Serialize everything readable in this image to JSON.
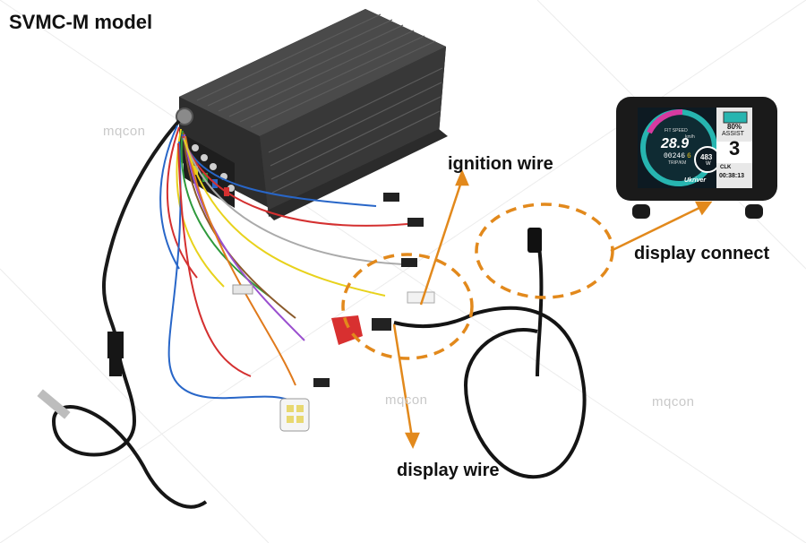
{
  "title": "SVMC-M model",
  "callouts": {
    "ignition": "ignition wire",
    "display_connect": "display connect",
    "display_wire": "display wire"
  },
  "watermark": "mqcon",
  "display_screen": {
    "battery": "80%",
    "assist_label": "ASSIST",
    "assist_value": "3",
    "speed_label": "FIT SPEED",
    "speed": "28.9",
    "speed_unit": "km/h",
    "odometer": "00246",
    "odometer_small": "6",
    "trip_label": "TRIP/KM",
    "power": "483",
    "power_unit": "W",
    "clock_label": "CLK",
    "clock": "00:38:13",
    "brand": "Ukriver"
  },
  "colors": {
    "accent_orange": "#e2891c",
    "controller_body": "#3a3a3a",
    "screen_teal": "#27b5b0",
    "screen_magenta": "#d63aa0"
  }
}
